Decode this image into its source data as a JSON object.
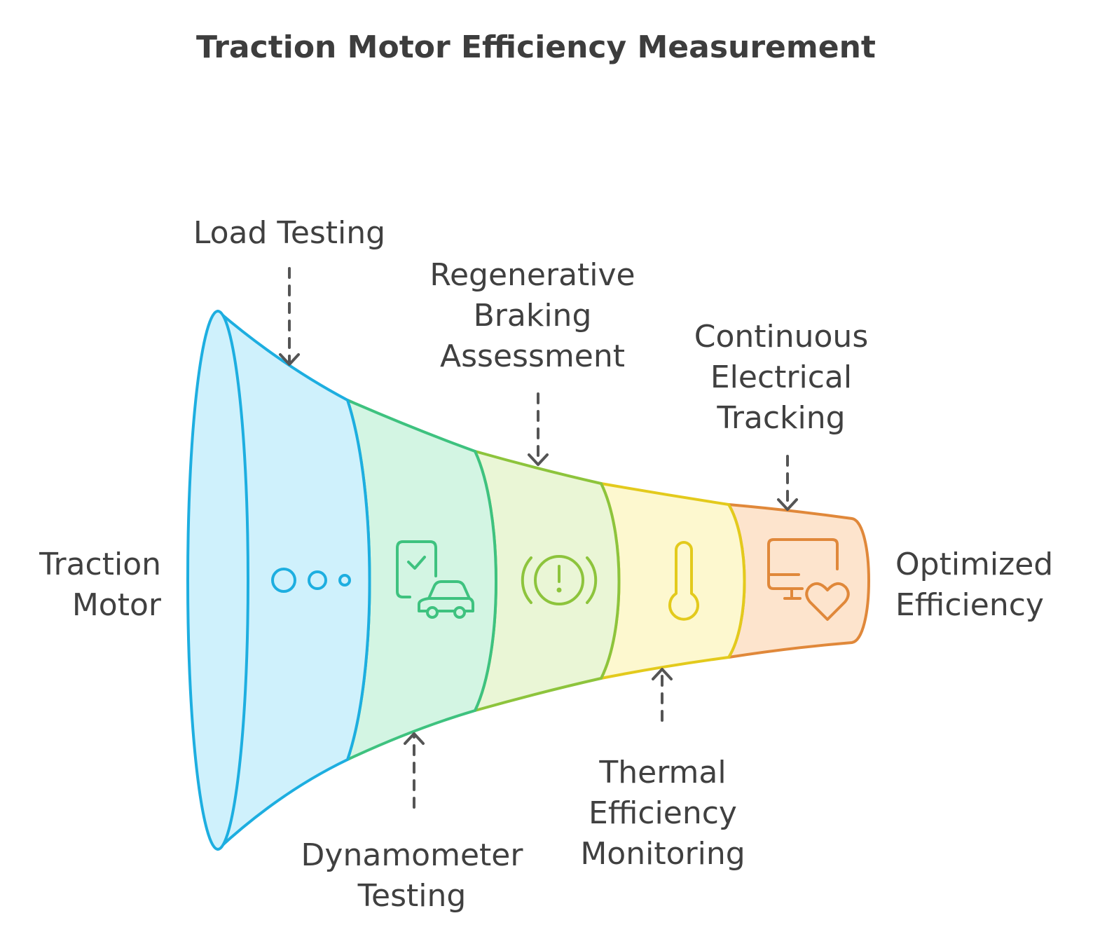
{
  "title": "Traction Motor Efficiency Measurement",
  "start_label": [
    "Traction",
    "Motor"
  ],
  "end_label": [
    "Optimized",
    "Efficiency"
  ],
  "top_labels": {
    "load_testing": [
      "Load Testing"
    ],
    "regenerative_braking": [
      "Regenerative",
      "Braking",
      "Assessment"
    ],
    "continuous_electrical": [
      "Continuous",
      "Electrical",
      "Tracking"
    ]
  },
  "bottom_labels": {
    "dynamometer_testing": [
      "Dynamometer",
      "Testing"
    ],
    "thermal_efficiency": [
      "Thermal",
      "Efficiency",
      "Monitoring"
    ]
  },
  "stages": [
    {
      "key": "load-testing",
      "icon": "dots-icon",
      "fill": "#cff1fc",
      "stroke": "#1daee0"
    },
    {
      "key": "dynamometer-testing",
      "icon": "car-checklist-icon",
      "fill": "#d3f5e3",
      "stroke": "#3ec27f"
    },
    {
      "key": "regenerative-braking",
      "icon": "brake-warning-icon",
      "fill": "#eaf6d6",
      "stroke": "#8dc43c"
    },
    {
      "key": "thermal-efficiency",
      "icon": "thermometer-icon",
      "fill": "#fdf8cf",
      "stroke": "#e3ca1c"
    },
    {
      "key": "continuous-electrical",
      "icon": "monitor-heart-icon",
      "fill": "#fde4cd",
      "stroke": "#e0883a"
    }
  ]
}
